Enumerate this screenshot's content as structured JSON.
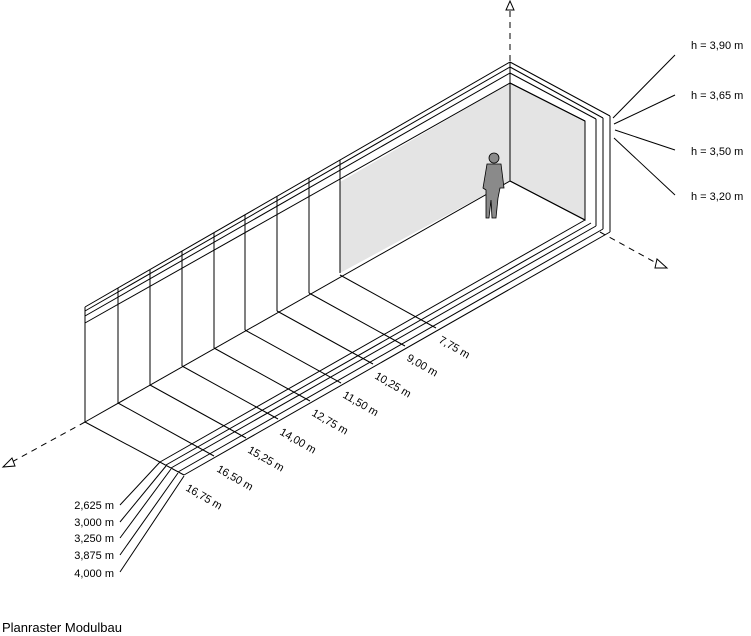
{
  "caption": "Planraster Modulbau",
  "height_labels": [
    "h = 3,90 m",
    "h = 3,65 m",
    "h = 3,50 m",
    "h = 3,20 m"
  ],
  "length_labels": [
    "7,75 m",
    "9,00 m",
    "10,25 m",
    "11,50 m",
    "12,75 m",
    "14,00 m",
    "15,25 m",
    "16,50 m",
    "16,75 m"
  ],
  "width_labels": [
    "2,625 m",
    "3,000 m",
    "3,250 m",
    "3,875 m",
    "4,000 m"
  ],
  "colors": {
    "line": "#000000",
    "wall_fill": "#e4e4e4",
    "figure": "#8a8a8a"
  }
}
